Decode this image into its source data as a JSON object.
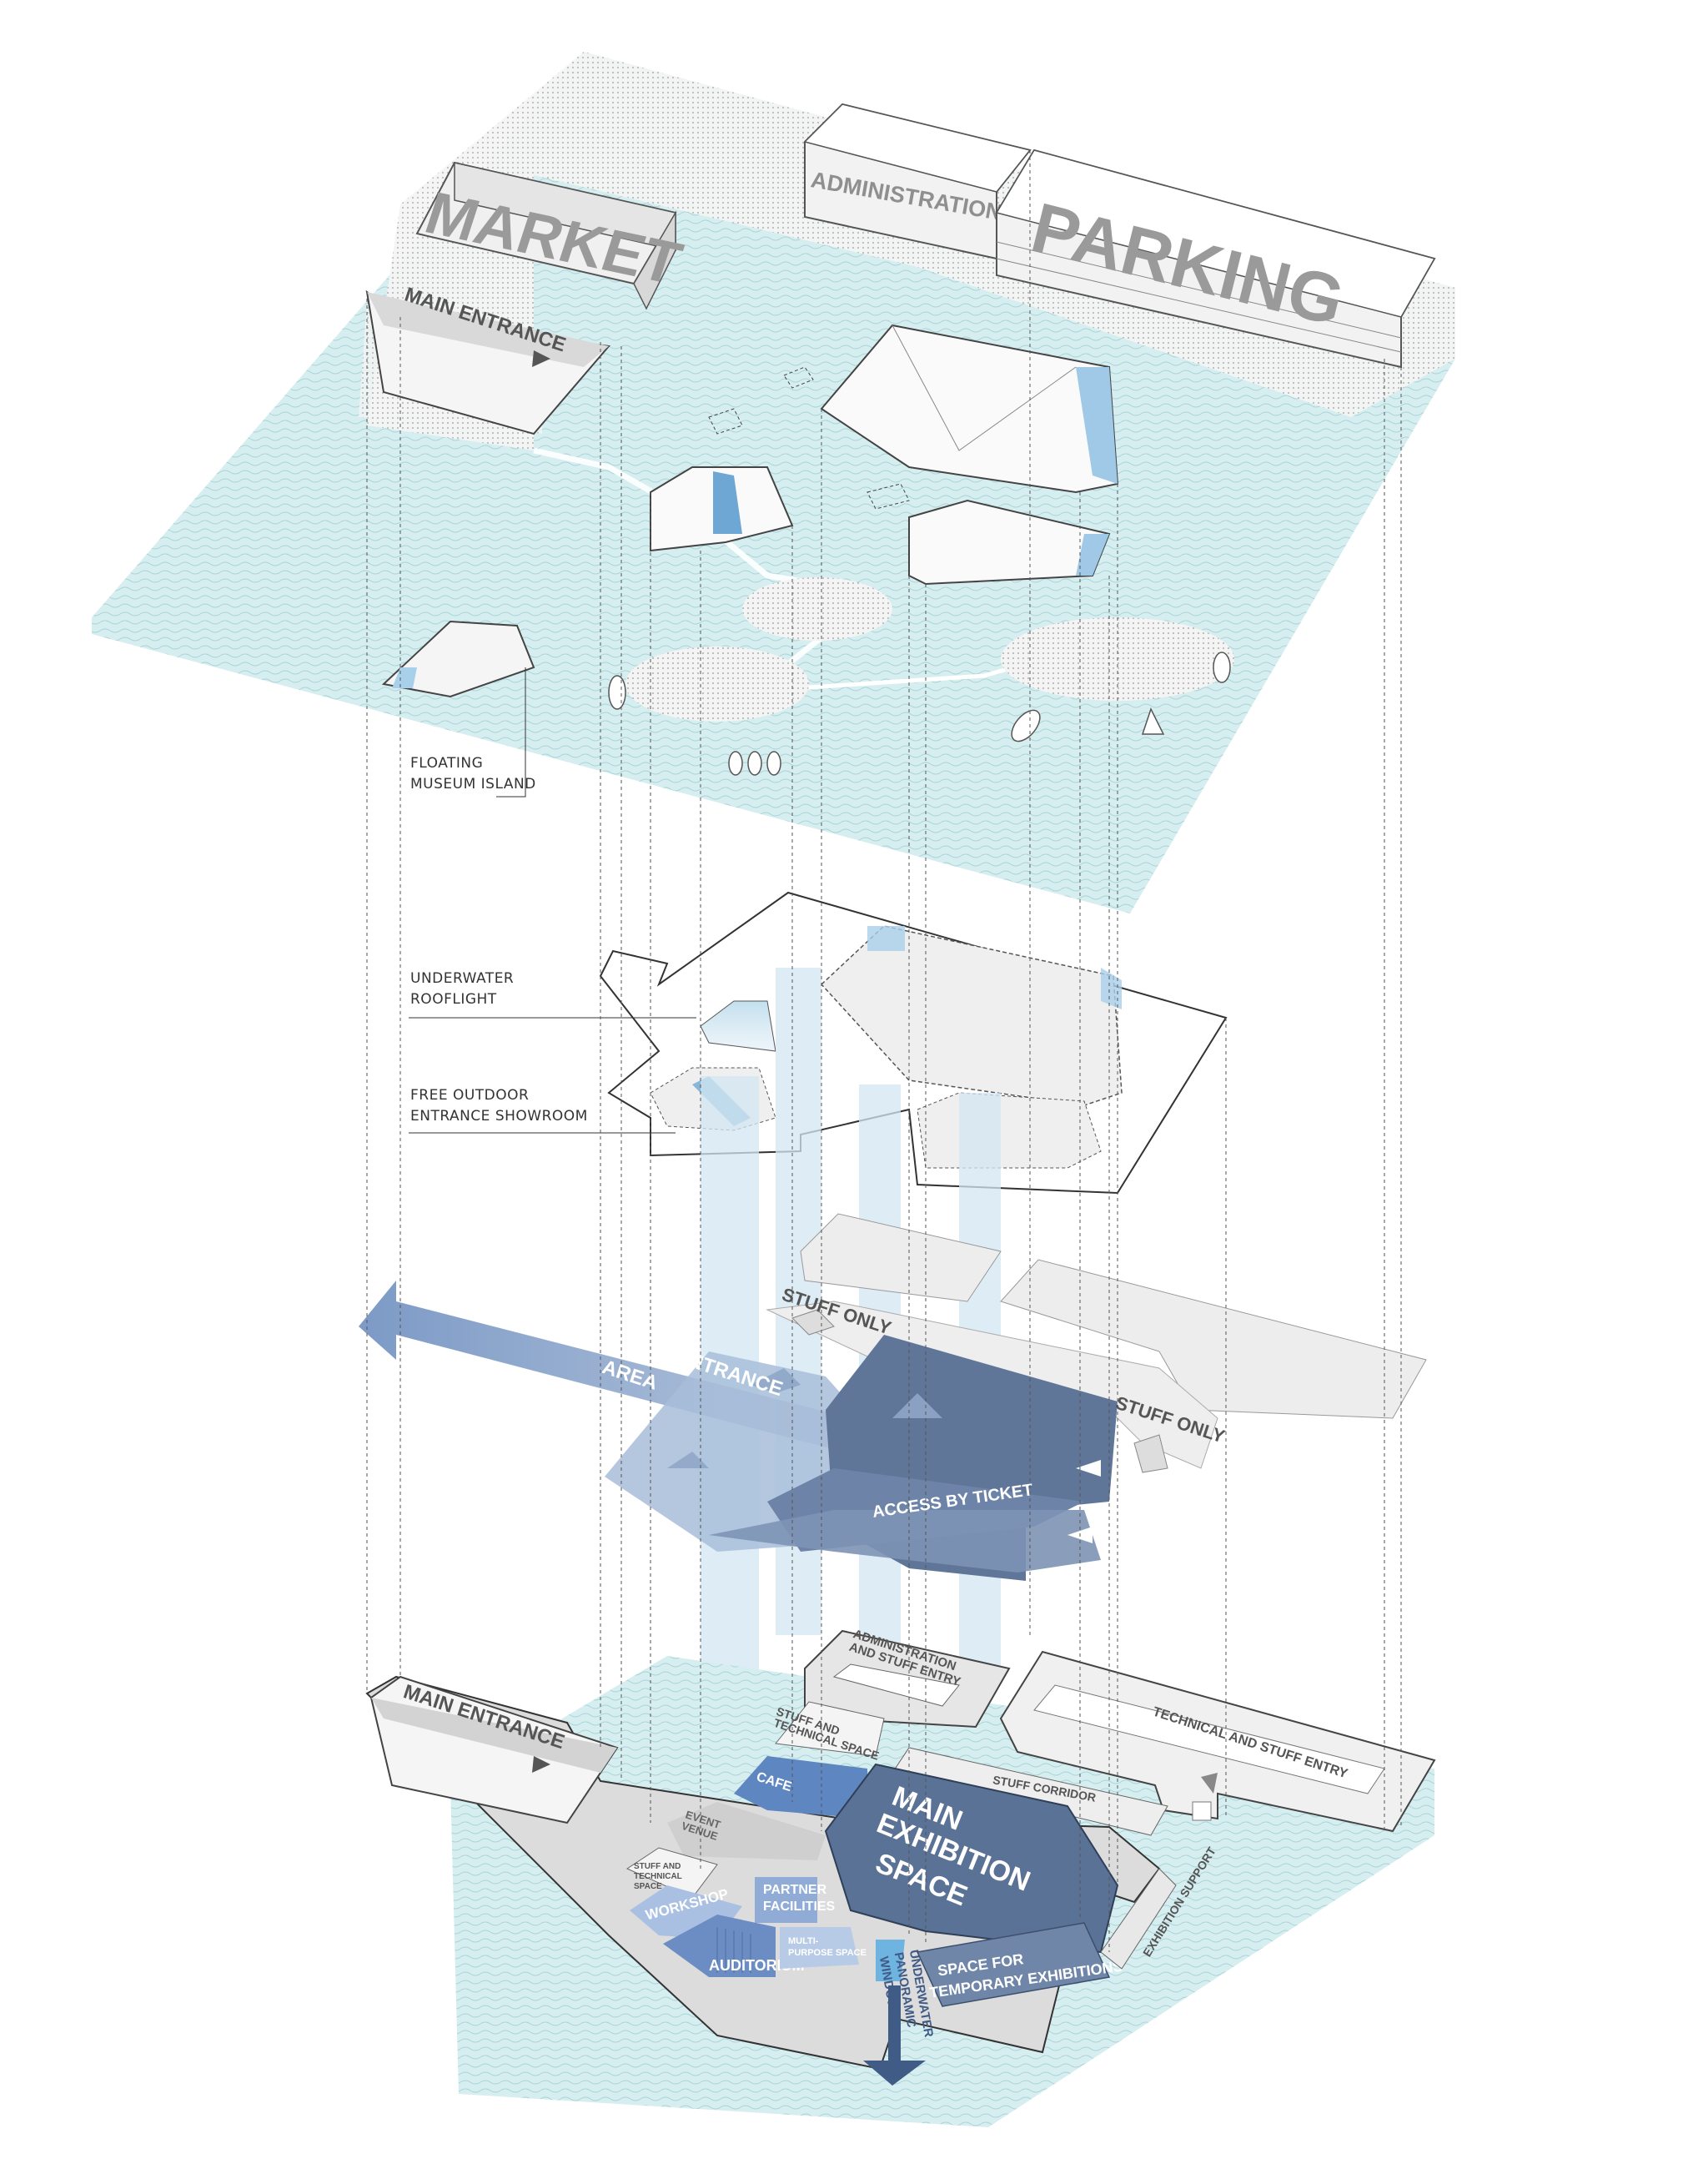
{
  "buildings": {
    "market": "MARKET",
    "administration": "ADMINISTRATION",
    "parking": "PARKING"
  },
  "labels": {
    "main_entrance_top": "MAIN ENTRANCE",
    "floating_island_1": "FLOATING",
    "floating_island_2": "MUSEUM ISLAND",
    "rooflight_1": "UNDERWATER",
    "rooflight_2": "ROOFLIGHT",
    "showroom_1": "FREE OUTDOOR",
    "showroom_2": "ENTRANCE SHOWROOM",
    "stuff_only_1": "STUFF ONLY",
    "stuff_only_2": "STUFF ONLY",
    "free_entrance_1": "FREE ENTRANCE",
    "free_entrance_2": "AREA",
    "access_by_ticket": "ACCESS BY TICKET",
    "admin_entry_1": "ADMINISTRATION",
    "admin_entry_2": "AND STUFF ENTRY",
    "main_entrance_bottom": "MAIN ENTRANCE",
    "technical_entry": "TECHNICAL AND STUFF ENTRY",
    "stuff_technical_1": "STUFF AND",
    "stuff_technical_2": "TECHNICAL SPACE",
    "cafe": "CAFE",
    "stuff_corridor": "STUFF CORRIDOR",
    "main_exhibition_1": "MAIN",
    "main_exhibition_2": "EXHIBITION",
    "main_exhibition_3": "SPACE",
    "event_venue_1": "EVENT",
    "event_venue_2": "VENUE",
    "stuff_small_1": "STUFF AND",
    "stuff_small_2": "TECHNICAL",
    "stuff_small_3": "SPACE",
    "workshop": "WORKSHOP",
    "partner_1": "PARTNER",
    "partner_2": "FACILITIES",
    "auditorium": "AUDITORIUM",
    "multi_1": "MULTI-",
    "multi_2": "PURPOSE SPACE",
    "panoramic_1": "UNDERWATER",
    "panoramic_2": "PANORAMIC",
    "panoramic_3": "WINDOW",
    "temporary_1": "SPACE FOR",
    "temporary_2": "TEMPORARY EXHIBITIONS",
    "exhibition_support": "EXHIBITION SUPPORT"
  },
  "colors": {
    "water": "#d2ecee",
    "ground_dots": "#bdbdbd",
    "light_blue": "#cfe2ee",
    "mid_blue": "#8ea8c9",
    "dark_blue": "#5c7397",
    "accent_blue": "#4d74a8",
    "building_grey": "#ebebeb",
    "text_grey": "#9a9a9a"
  }
}
